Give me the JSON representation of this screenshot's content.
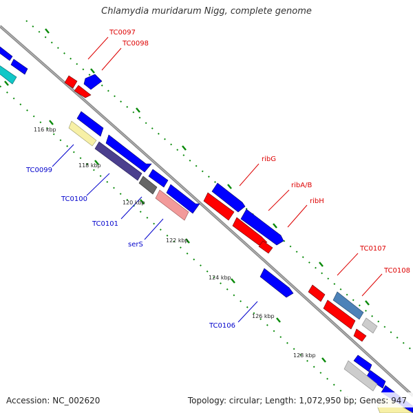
{
  "title": "Chlamydia muridarum Nigg, complete genome",
  "footer": {
    "accession": "Accession: NC_002620",
    "summary": "Topology: circular; Length: 1,072,950 bp; Genes: 947"
  },
  "ticks": {
    "t116": "116 kbp",
    "t118": "118 kbp",
    "t120": "120 kbp",
    "t122": "122 kbp",
    "t124": "124 kbp",
    "t126": "126 kbp",
    "t128": "128 kbp"
  },
  "genes": {
    "TC0097": "TC0097",
    "TC0098": "TC0098",
    "TC0099": "TC0099",
    "TC0100": "TC0100",
    "TC0101": "TC0101",
    "serS": "serS",
    "ribG": "ribG",
    "ribAB": "ribA/B",
    "ribH": "ribH",
    "TC0106": "TC0106",
    "TC0107": "TC0107",
    "TC0108": "TC0108"
  },
  "colors": {
    "forward": "#0000ff",
    "reverse": "#ff0000",
    "label_forward": "#0000cc",
    "label_reverse": "#dd0000",
    "tick_major": "#008000",
    "backbone": "#888888"
  }
}
